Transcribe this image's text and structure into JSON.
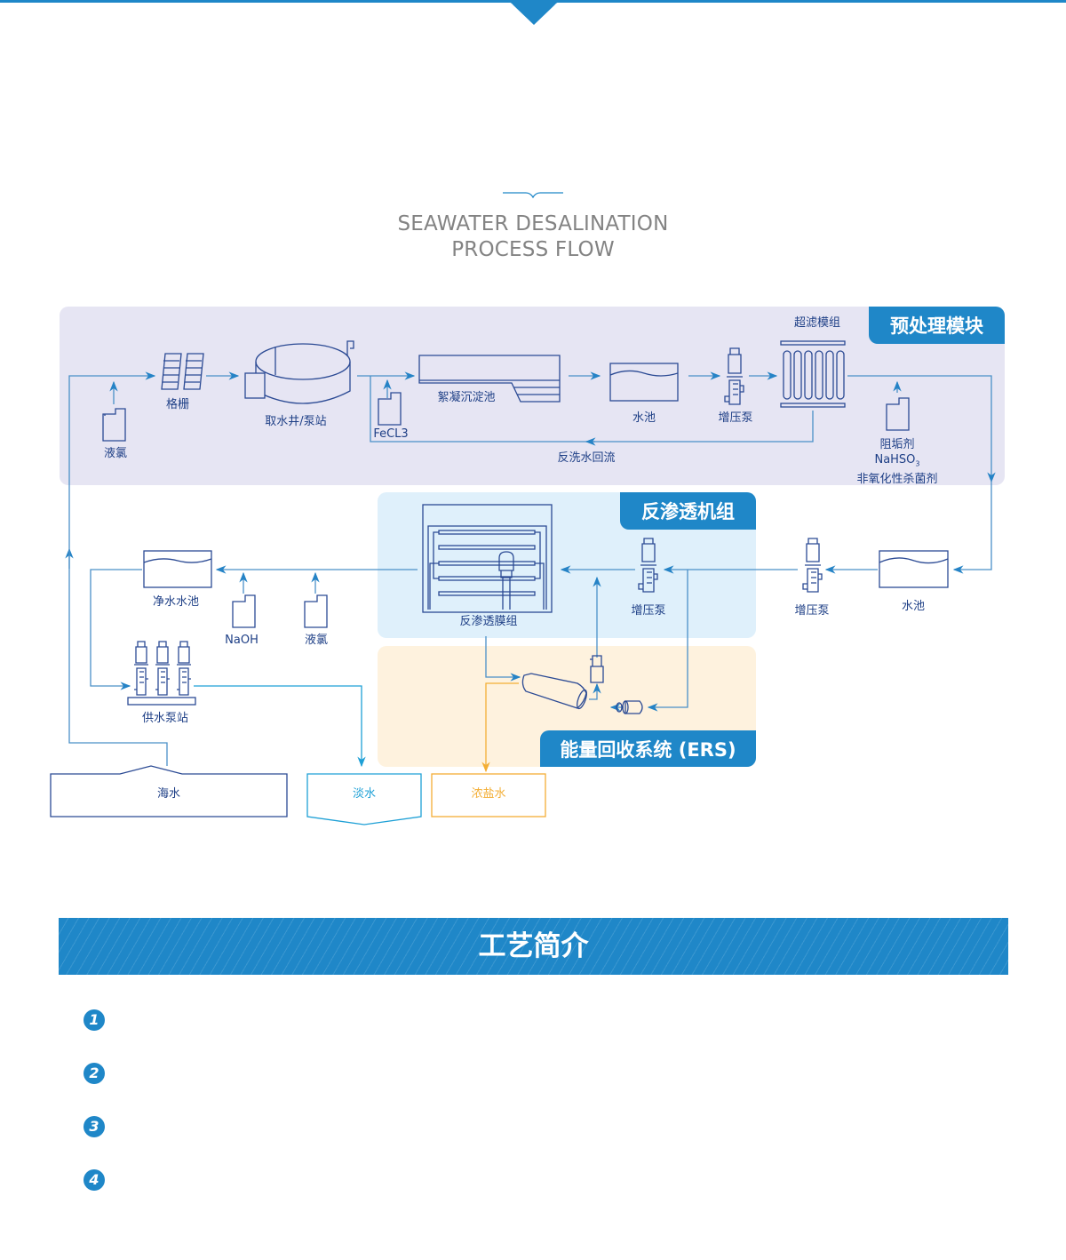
{
  "header": {
    "title_line1": "SEAWATER DESALINATION",
    "title_line2": "PROCESS FLOW",
    "accent_color": "#1f87c8"
  },
  "modules": {
    "pretreatment": "预处理模块",
    "ro_unit": "反渗透机组",
    "ers": "能量回收系统 (ERS)"
  },
  "labels": {
    "chlorine_1": "液氯",
    "screen": "格栅",
    "intake": "取水井/泵站",
    "fecl3": "FeCL3",
    "sedimentation": "絮凝沉淀池",
    "tank_1": "水池",
    "booster_1": "增压泵",
    "uf_module": "超滤模组",
    "backwash": "反洗水回流",
    "chem_1": "阻垢剂",
    "chem_2": "NaHSO",
    "chem_2_sub": "3",
    "chem_3": "非氧化性杀菌剂",
    "tank_2": "水池",
    "booster_2": "增压泵",
    "booster_3": "增压泵",
    "ro_membrane": "反渗透膜组",
    "clean_tank": "净水水池",
    "naoh": "NaOH",
    "chlorine_2": "液氯",
    "supply_pump": "供水泵站",
    "seawater": "海水",
    "freshwater": "淡水",
    "brine": "浓盐水"
  },
  "section": {
    "title": "工艺简介",
    "items": [
      "1",
      "2",
      "3",
      "4"
    ]
  }
}
